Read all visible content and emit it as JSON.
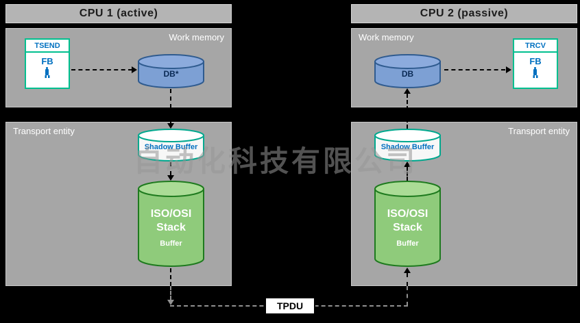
{
  "watermark": "自动化科技有限公司",
  "tpdu": {
    "label": "TPDU"
  },
  "cpu1": {
    "header": "CPU 1  (active)",
    "work_memory": {
      "label": "Work memory",
      "fb": {
        "title": "TSEND",
        "type": "FB"
      },
      "db": "DB*"
    },
    "transport": {
      "label": "Transport entity",
      "shadow_buffer": "Shadow Buffer",
      "stack": {
        "line1": "ISO/OSI",
        "line2": "Stack",
        "line3": "Buffer"
      }
    }
  },
  "cpu2": {
    "header": "CPU 2  (passive)",
    "work_memory": {
      "label": "Work memory",
      "fb": {
        "title": "TRCV",
        "type": "FB"
      },
      "db": "DB"
    },
    "transport": {
      "label": "Transport entity",
      "shadow_buffer": "Shadow Buffer",
      "stack": {
        "line1": "ISO/OSI",
        "line2": "Stack",
        "line3": "Buffer"
      }
    }
  },
  "colors": {
    "background": "#000000",
    "panel_gray": "#a6a6a6",
    "header_gray": "#b4b4b4",
    "db_blue_fill": "#7da0d4",
    "db_blue_stroke": "#2f5b8f",
    "db_text": "#0a2a55",
    "stack_green_fill": "#8fcb7b",
    "stack_green_top": "#abdc96",
    "stack_green_stroke": "#1e7a1e",
    "shadow_stroke": "#00a88e",
    "fb_border": "#00bf8f",
    "fb_text_blue": "#0070c0",
    "arrow_black": "#000000",
    "arrow_gray": "#919191"
  }
}
